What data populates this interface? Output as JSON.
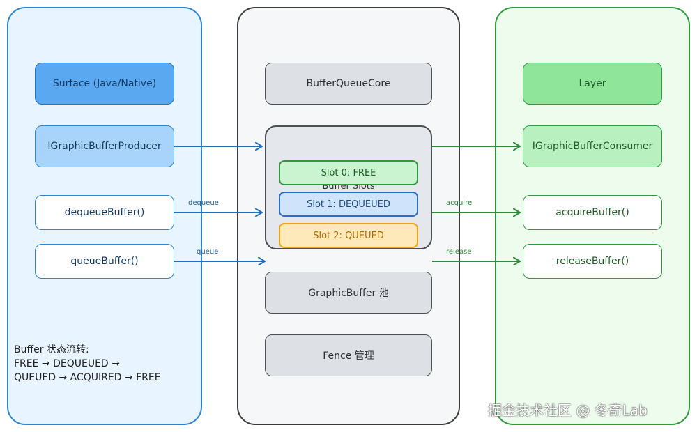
{
  "producer": {
    "surface": "Surface (Java/Native)",
    "interface": "IGraphicBufferProducer",
    "dequeue_method": "dequeueBuffer()",
    "queue_method": "queueBuffer()",
    "state_title": "Buffer 状态流转:",
    "state_line1": "FREE → DEQUEUED →",
    "state_line2": "QUEUED → ACQUIRED → FREE"
  },
  "core": {
    "buffer_queue_core": "BufferQueueCore",
    "slots_title": "Buffer Slots",
    "slot0": "Slot 0: FREE",
    "slot1": "Slot 1: DEQUEUED",
    "slot2": "Slot 2: QUEUED",
    "graphic_buffer_pool": "GraphicBuffer 池",
    "fence": "Fence 管理"
  },
  "consumer": {
    "layer": "Layer",
    "interface": "IGraphicBufferConsumer",
    "acquire_method": "acquireBuffer()",
    "release_method": "releaseBuffer()"
  },
  "edges": {
    "dequeue": "dequeue",
    "queue": "queue",
    "acquire": "acquire",
    "release": "release"
  },
  "colors": {
    "producer_accent": "#2a86d6",
    "core_accent": "#4d4f55",
    "consumer_accent": "#2f9a3f",
    "queued_accent": "#f0a50f"
  },
  "watermark": "掘金技术社区 @ 冬奇Lab"
}
